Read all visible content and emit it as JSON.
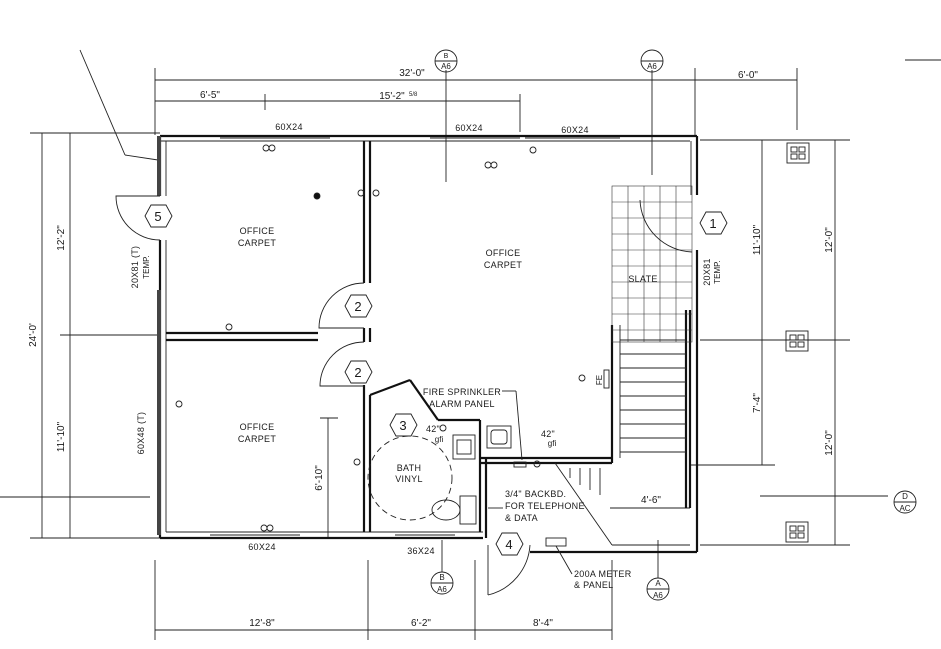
{
  "dimensions": {
    "overall_width": "32'-0\"",
    "top_left": "6'-5\"",
    "top_mid": "15'-2\"",
    "top_mid_frac": "5/8",
    "top_right": "6'-0\"",
    "left_total": "24'-0'",
    "left_upper": "12'-2\"",
    "left_lower": "11'-10\"",
    "right_upper_a": "11'-10\"",
    "right_upper_b": "12'-0\"",
    "right_mid": "7'-4\"",
    "right_lower": "12'-0\"",
    "bath_height": "6'-10\"",
    "utility_width": "4'-6\"",
    "bottom_left": "12'-8\"",
    "bottom_mid": "6'-2\"",
    "bottom_right": "8'-4\""
  },
  "windows": {
    "top_left": "60X24",
    "top_mid": "60X24",
    "top_right": "60X24",
    "bottom_left": "60X24",
    "bath": "36X24",
    "left_lower_vertical": "60X48 (T)",
    "left_upper_vertical_a": "20X81 (T)",
    "left_upper_vertical_b": "TEMP.",
    "right_vertical_a": "20X81",
    "right_vertical_b": "TEMP."
  },
  "rooms": {
    "office_tl_1": "OFFICE",
    "office_tl_2": "CARPET",
    "office_main_1": "OFFICE",
    "office_main_2": "CARPET",
    "office_bl_1": "OFFICE",
    "office_bl_2": "CARPET",
    "bath_1": "BATH",
    "bath_2": "VINYL",
    "slate": "SLATE"
  },
  "notes": {
    "sprinkler_1": "FIRE SPRINKLER",
    "sprinkler_2": "ALARM PANEL",
    "backbd_1": "3/4\" BACKBD.",
    "backbd_2": "FOR TELEPHONE",
    "backbd_3": "& DATA",
    "meter_1": "200A METER",
    "meter_2": "& PANEL",
    "fe": "FE",
    "outlet_h1": "42\"",
    "outlet_g1": "gfi",
    "outlet_h2": "42\"",
    "outlet_g2": "gfi"
  },
  "door_tags": {
    "d1": "1",
    "d2a": "2",
    "d2b": "2",
    "d3": "3",
    "d4": "4",
    "d5": "5"
  },
  "section_markers": [
    {
      "letter": "B",
      "sheet": "A6"
    },
    {
      "letter": "",
      "sheet": "A6"
    },
    {
      "letter": "B",
      "sheet": "A6"
    },
    {
      "letter": "A",
      "sheet": "A6"
    },
    {
      "letter": "D",
      "sheet": "AC"
    }
  ]
}
